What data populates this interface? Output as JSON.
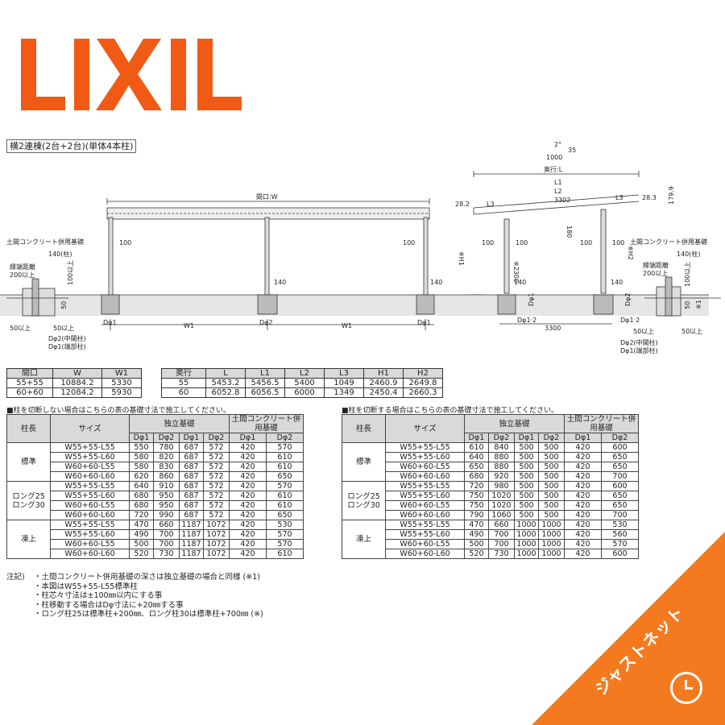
{
  "brand": {
    "name": "LIXIL",
    "color": "#f05a14"
  },
  "subtitle": "横2連棟(2台+2台)(単体4本柱)",
  "front": {
    "width_label": "間口:W",
    "post_gap_left": "100",
    "post_gap_right": "100",
    "w1_left": "W1",
    "w1_right": "W1",
    "d1_left": "Dφ1",
    "d2": "Dφ2",
    "d1_right": "Dφ1",
    "h140_a": "140",
    "h140_b": "140",
    "found_title": "土間コンクリート併用基礎",
    "f140": "140(柱)",
    "edge_dist": "縁端距離",
    "edge_200": "200以上",
    "h100": "100以上",
    "h50": "50",
    "b50a": "50以上",
    "b50b": "50以上",
    "d2_note": "Dφ2(中間柱)",
    "d1_note": "Dφ1(端部柱)"
  },
  "side": {
    "angle": "2°",
    "angle_35": "35",
    "angle_1000": "1000",
    "depth": "奥行:L",
    "l1": "L1",
    "l2": "L2",
    "l3a": "L3",
    "l3b": "L3",
    "v3302": "3302",
    "v28_2": "28.2",
    "v28_3": "28.3",
    "v179_9": "179.9",
    "v180": "180",
    "h1": "※H1",
    "h2": "※H2",
    "v2300": "※2300",
    "g100a": "100",
    "g100b": "100",
    "g100c": "100",
    "g100d": "100",
    "d1": "Dφ1",
    "d2": "Dφ2",
    "d12a": "Dφ1·2",
    "d12b": "Dφ1·2",
    "v3300": "3300",
    "h140a": "140",
    "h140b": "140",
    "h140c": "140(柱)",
    "found_title": "土間コンクリート併用基礎",
    "edge_dist": "縁端距離",
    "edge_200": "200以上",
    "h100": "100以上",
    "h50": "50",
    "note1": "※1",
    "b50a": "50以上",
    "b50b": "50以上",
    "d2_note": "Dφ2(中間柱)",
    "d1_note": "Dφ1(端部柱)"
  },
  "width_table": {
    "headers": [
      "間口",
      "W",
      "W1"
    ],
    "rows": [
      [
        "55+55",
        "10884.2",
        "5330"
      ],
      [
        "60+60",
        "12084.2",
        "5930"
      ]
    ]
  },
  "depth_table": {
    "headers": [
      "奥行",
      "L",
      "L1",
      "L2",
      "L3",
      "H1",
      "H2"
    ],
    "rows": [
      [
        "55",
        "5453.2",
        "5456.5",
        "5400",
        "1049",
        "2460.9",
        "2649.8"
      ],
      [
        "60",
        "6052.8",
        "6056.5",
        "6000",
        "1349",
        "2450.4",
        "2660.3"
      ]
    ]
  },
  "found_left": {
    "note": "■柱を切断しない場合はこちらの表の基礎寸法で施工してください。",
    "h_len": "柱長",
    "h_size": "サイズ",
    "h_ind": "独立基礎",
    "h_doma": "土間コンクリート併用基礎",
    "sub": [
      "Dφ1",
      "Dφ2",
      "Dφ1",
      "Dφ2",
      "Dφ1",
      "Dφ2"
    ],
    "groups": [
      {
        "label": "標準",
        "rows": [
          [
            "W55+55-L55",
            "550",
            "780",
            "687",
            "572",
            "420",
            "570"
          ],
          [
            "W55+55-L60",
            "580",
            "820",
            "687",
            "572",
            "420",
            "610"
          ],
          [
            "W60+60-L55",
            "580",
            "830",
            "687",
            "572",
            "420",
            "610"
          ],
          [
            "W60+60-L60",
            "620",
            "860",
            "687",
            "572",
            "420",
            "650"
          ]
        ]
      },
      {
        "label": "ロング25\nロング30",
        "rows": [
          [
            "W55+55-L55",
            "640",
            "910",
            "687",
            "572",
            "420",
            "570"
          ],
          [
            "W55+55-L60",
            "680",
            "950",
            "687",
            "572",
            "420",
            "610"
          ],
          [
            "W60+60-L55",
            "680",
            "950",
            "687",
            "572",
            "420",
            "610"
          ],
          [
            "W60+60-L60",
            "720",
            "990",
            "687",
            "572",
            "420",
            "650"
          ]
        ]
      },
      {
        "label": "凍上",
        "rows": [
          [
            "W55+55-L55",
            "470",
            "660",
            "1187",
            "1072",
            "420",
            "530"
          ],
          [
            "W55+55-L60",
            "490",
            "700",
            "1187",
            "1072",
            "420",
            "570"
          ],
          [
            "W60+60-L55",
            "500",
            "700",
            "1187",
            "1072",
            "420",
            "570"
          ],
          [
            "W60+60-L60",
            "520",
            "730",
            "1187",
            "1072",
            "420",
            "610"
          ]
        ]
      }
    ]
  },
  "found_right": {
    "note": "■柱を切断する場合はこちらの表の基礎寸法で施工してください。",
    "h_len": "柱長",
    "h_size": "サイズ",
    "h_ind": "独立基礎",
    "h_doma": "土間コンクリート併用基礎",
    "sub": [
      "Dφ1",
      "Dφ2",
      "Dφ1",
      "Dφ2",
      "Dφ1",
      "Dφ2"
    ],
    "groups": [
      {
        "label": "標準",
        "rows": [
          [
            "W55+55-L55",
            "610",
            "840",
            "500",
            "500",
            "420",
            "600"
          ],
          [
            "W55+55-L60",
            "640",
            "880",
            "500",
            "500",
            "420",
            "650"
          ],
          [
            "W60+60-L55",
            "650",
            "880",
            "500",
            "500",
            "420",
            "650"
          ],
          [
            "W60+60-L60",
            "680",
            "920",
            "500",
            "500",
            "420",
            "700"
          ]
        ]
      },
      {
        "label": "ロング25\nロング30",
        "rows": [
          [
            "W55+55-L55",
            "720",
            "980",
            "500",
            "500",
            "420",
            "600"
          ],
          [
            "W55+55-L60",
            "750",
            "1020",
            "500",
            "500",
            "420",
            "650"
          ],
          [
            "W60+60-L55",
            "750",
            "1020",
            "500",
            "500",
            "420",
            "650"
          ],
          [
            "W60+60-L60",
            "790",
            "1060",
            "500",
            "500",
            "420",
            "700"
          ]
        ]
      },
      {
        "label": "凍上",
        "rows": [
          [
            "W55+55-L55",
            "470",
            "660",
            "1000",
            "1000",
            "420",
            "530"
          ],
          [
            "W55+55-L60",
            "490",
            "700",
            "1000",
            "1000",
            "420",
            "560"
          ],
          [
            "W60+60-L55",
            "500",
            "700",
            "1000",
            "1000",
            "420",
            "570"
          ],
          [
            "W60+60-L60",
            "520",
            "730",
            "1000",
            "1000",
            "420",
            "600"
          ]
        ]
      }
    ]
  },
  "notes": {
    "label": "注記)",
    "items": [
      "・土間コンクリート併用基礎の深さは独立基礎の場合と同様 (※1)",
      "・本図はW55+55-L55標準柱",
      "・柱芯々寸法は±100㎜以内にする事",
      "・柱移動する場合はDφ寸法に+20㎜する事",
      "・ロング柱25は標準柱+200㎜、ロング柱30は標準柱+700㎜ (※)"
    ]
  },
  "corner": {
    "text": "ジャストネット",
    "color": "#f47a20"
  }
}
